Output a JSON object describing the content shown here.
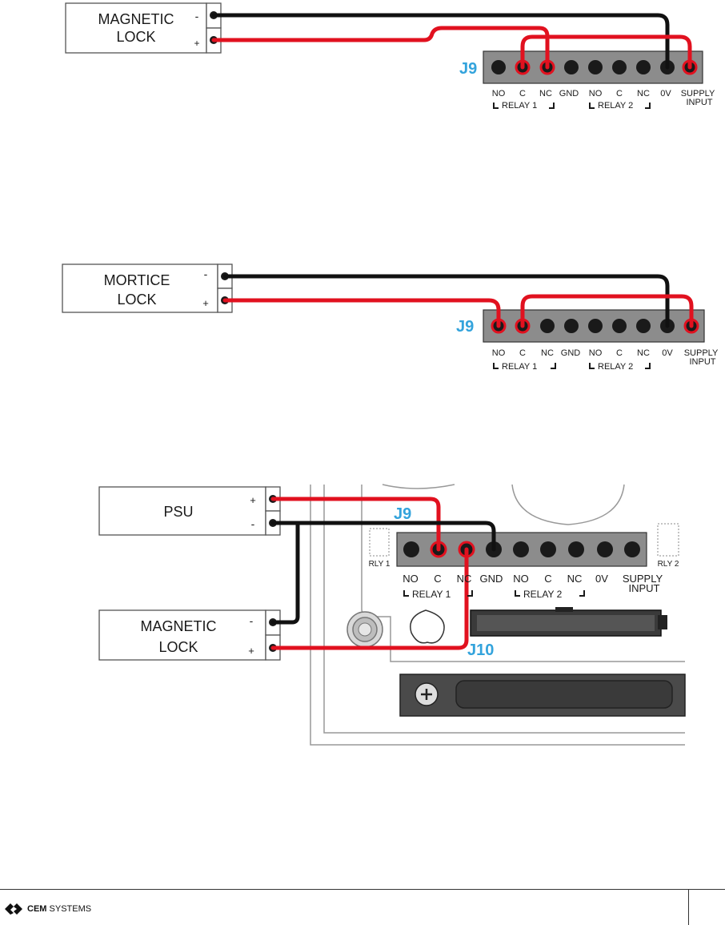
{
  "diagrams": [
    {
      "device_label_line1": "MAGNETIC",
      "device_label_line2": "LOCK",
      "minus": "-",
      "plus": "+",
      "connector": "J9"
    },
    {
      "device_label_line1": "MORTICE",
      "device_label_line2": "LOCK",
      "minus": "-",
      "plus": "+",
      "connector": "J9"
    },
    {
      "psu_label": "PSU",
      "psu_plus": "+",
      "psu_minus": "-",
      "device_label_line1": "MAGNETIC",
      "device_label_line2": "LOCK",
      "minus": "-",
      "plus": "+",
      "connector": "J9",
      "connector2": "J10",
      "rly1": "RLY 1",
      "rly2": "RLY 2"
    }
  ],
  "terminal_labels": [
    "NO",
    "C",
    "NC",
    "GND",
    "NO",
    "C",
    "NC",
    "0V"
  ],
  "supply_line1": "SUPPLY",
  "supply_line2": "INPUT",
  "relay1": "RELAY 1",
  "relay2": "RELAY 2",
  "footer": {
    "brand_bold": "CEM",
    "brand_rest": "SYSTEMS"
  },
  "colors": {
    "wire_positive": "#e1111f",
    "wire_negative": "#111111",
    "connector_label": "#33a3dc"
  }
}
